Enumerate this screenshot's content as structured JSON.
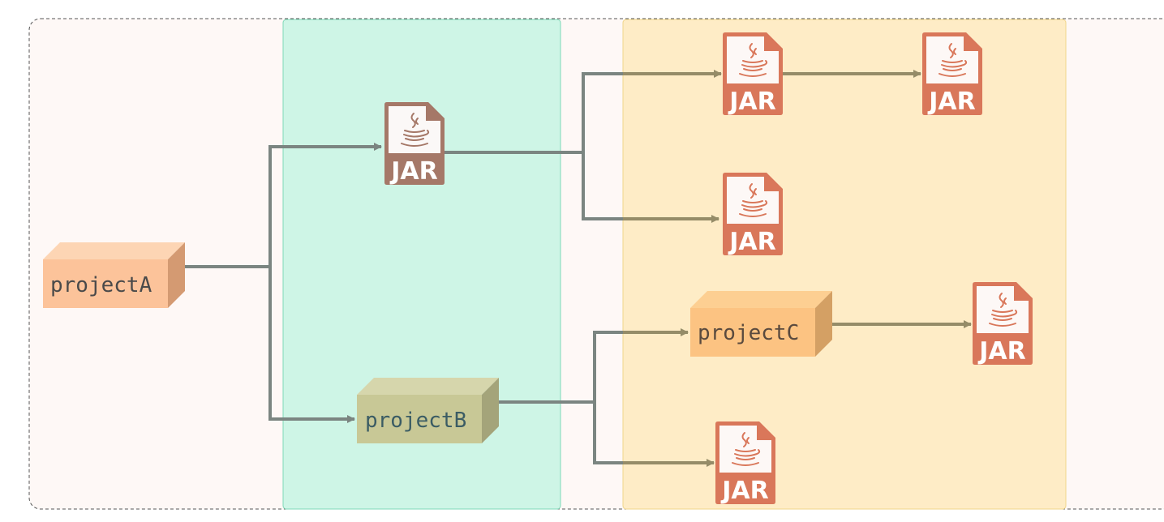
{
  "colors": {
    "outer_bg": "#fef8f6",
    "outer_border": "#555555",
    "zone_green": "#cef5e6",
    "zone_green_border": "#7fd9b8",
    "zone_yellow": "#feecc6",
    "zone_yellow_border": "#f0d68a",
    "edge_gray": "#7b8581",
    "edge_olive": "#958c68",
    "jar_brown": "#a57868",
    "jar_orange": "#d9775a",
    "jar_text": "#ffffff",
    "projectA_front": "#fcc39a",
    "projectA_top": "#fdd5b4",
    "projectA_side": "#d49a72",
    "projectA_text": "#4a4a4a",
    "projectB_front": "#c8c896",
    "projectB_top": "#d6d6ac",
    "projectB_side": "#a4a47a",
    "projectB_text": "#3b5c64",
    "projectC_front": "#fcc382",
    "projectC_top": "#fdcf92",
    "projectC_side": "#d4a064",
    "projectC_text": "#5a4a3e"
  },
  "nodes": {
    "projectA": {
      "label": "projectA",
      "kind": "project"
    },
    "projectB": {
      "label": "projectB",
      "kind": "project"
    },
    "projectC": {
      "label": "projectC",
      "kind": "project"
    },
    "jar_a1": {
      "label": "JAR",
      "kind": "jar",
      "icon": "java-cup-icon"
    },
    "jar_d1": {
      "label": "JAR",
      "kind": "jar",
      "icon": "java-cup-icon"
    },
    "jar_d2": {
      "label": "JAR",
      "kind": "jar",
      "icon": "java-cup-icon"
    },
    "jar_d3": {
      "label": "JAR",
      "kind": "jar",
      "icon": "java-cup-icon"
    },
    "jar_c1": {
      "label": "JAR",
      "kind": "jar",
      "icon": "java-cup-icon"
    },
    "jar_b1": {
      "label": "JAR",
      "kind": "jar",
      "icon": "java-cup-icon"
    }
  },
  "edges": [
    {
      "from": "projectA",
      "to": "jar_a1"
    },
    {
      "from": "projectA",
      "to": "projectB"
    },
    {
      "from": "jar_a1",
      "to": "jar_d1"
    },
    {
      "from": "jar_a1",
      "to": "jar_d3"
    },
    {
      "from": "jar_d1",
      "to": "jar_d2"
    },
    {
      "from": "projectB",
      "to": "projectC"
    },
    {
      "from": "projectB",
      "to": "jar_b1"
    },
    {
      "from": "projectC",
      "to": "jar_c1"
    }
  ]
}
